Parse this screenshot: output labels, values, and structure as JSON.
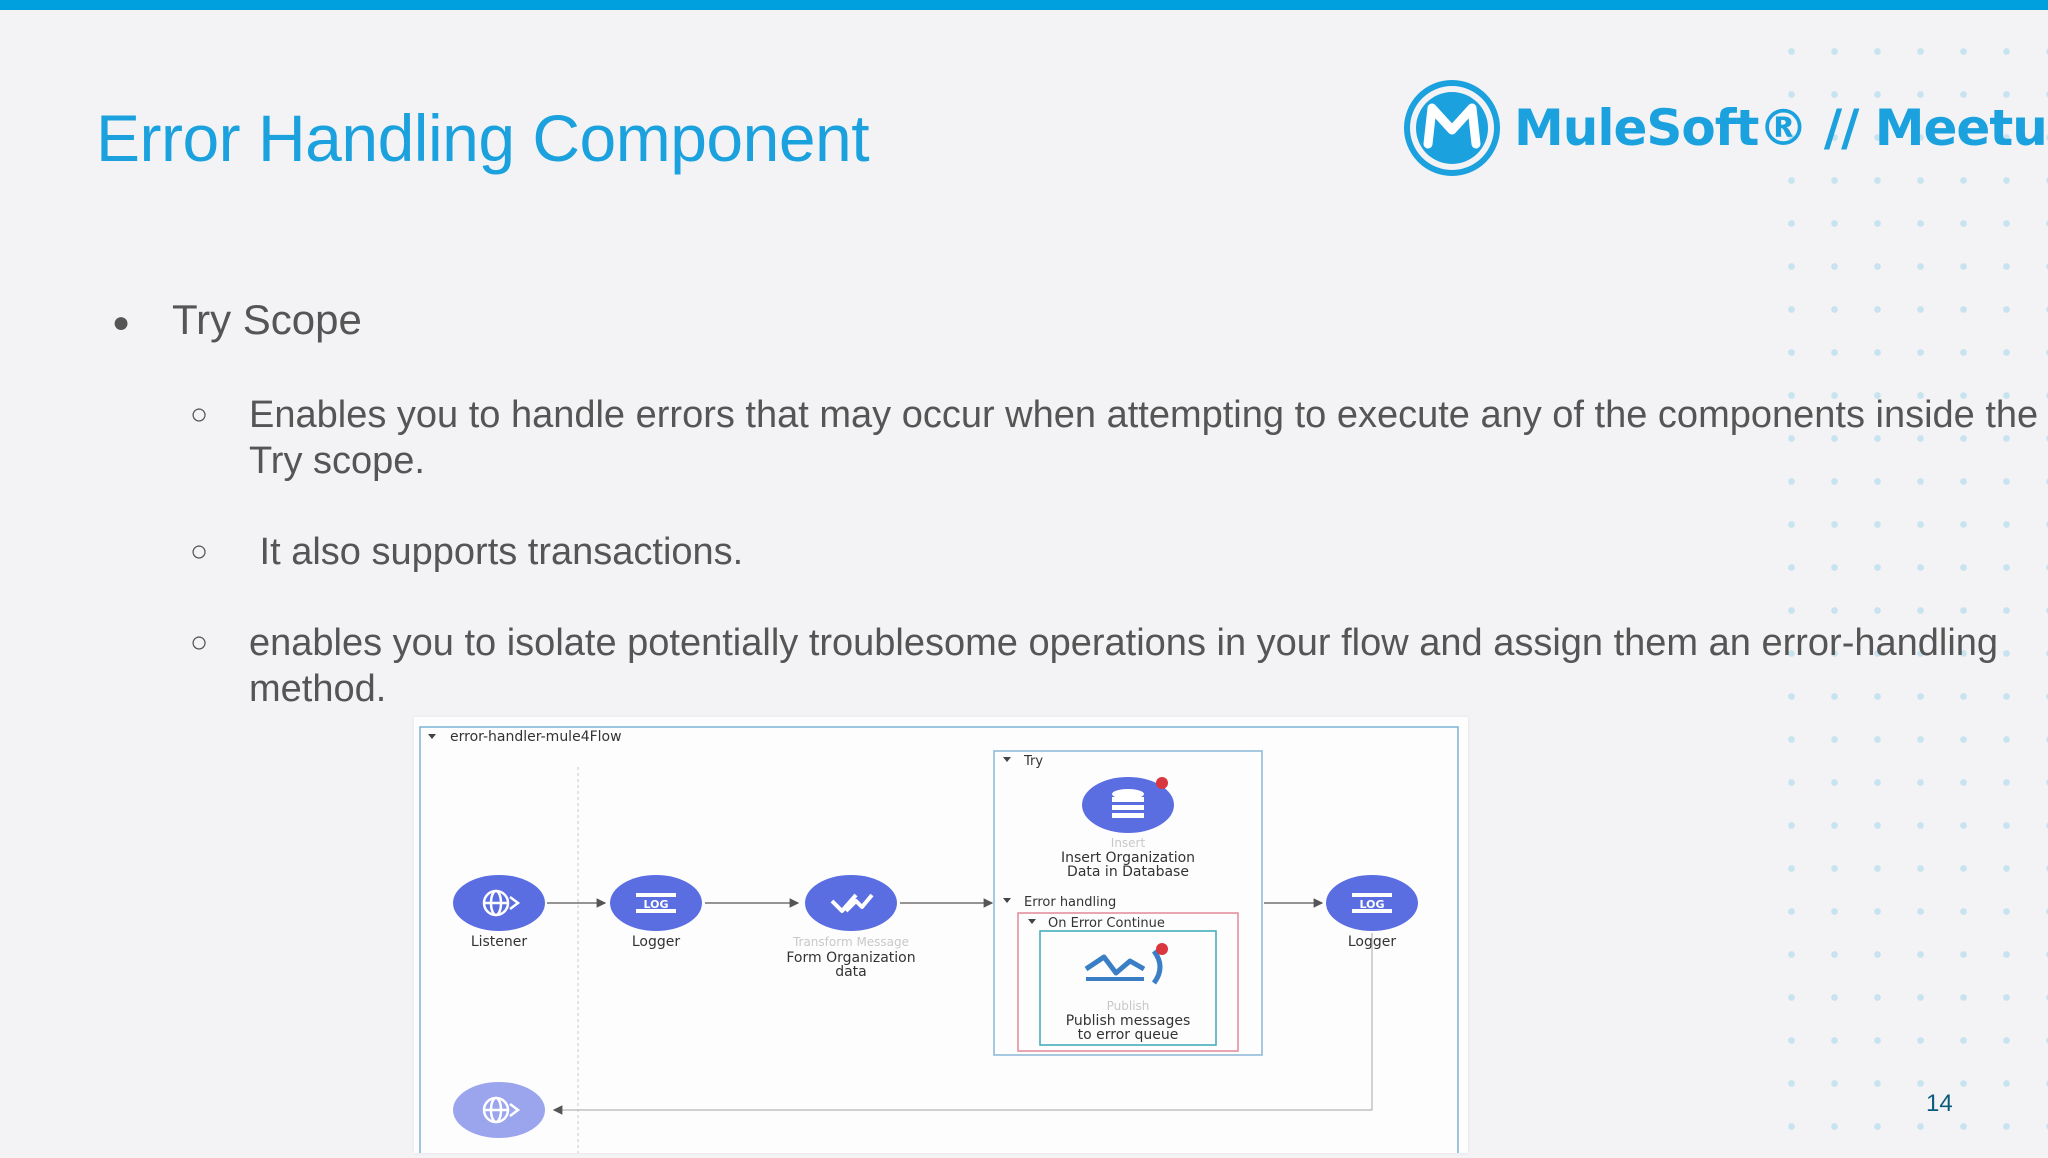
{
  "slide": {
    "title": "Error Handling Component",
    "page_number": "14"
  },
  "logo": {
    "text": "MuleSoft® // Meetups"
  },
  "bullets": {
    "main": "Try Scope",
    "subs": [
      "Enables you to handle errors that may occur when attempting to execute any of the components inside the Try scope.",
      " It also supports transactions.",
      "enables you to isolate potentially troublesome operations in your flow and assign them an error-handling method."
    ]
  },
  "diagram": {
    "flow_name": "error-handler-mule4Flow",
    "try_label": "Try",
    "error_handling_label": "Error handling",
    "on_error_label": "On Error Continue",
    "nodes": {
      "listener": {
        "label": "Listener"
      },
      "logger1": {
        "label": "Logger",
        "icon_text": "LOG"
      },
      "transform": {
        "type": "Transform Message",
        "label_line1": "Form Organization",
        "label_line2": "data"
      },
      "insert": {
        "type": "Insert",
        "label_line1": "Insert Organization",
        "label_line2": "Data in Database"
      },
      "publish": {
        "type": "Publish",
        "label_line1": "Publish messages",
        "label_line2": "to error queue"
      },
      "logger2": {
        "label": "Logger",
        "icon_text": "LOG"
      }
    }
  },
  "colors": {
    "accent": "#1ba1dd",
    "node": "#5b6ee1",
    "node_light": "#9aa5ee",
    "body_text": "#555555",
    "error_badge": "#d9363e"
  }
}
